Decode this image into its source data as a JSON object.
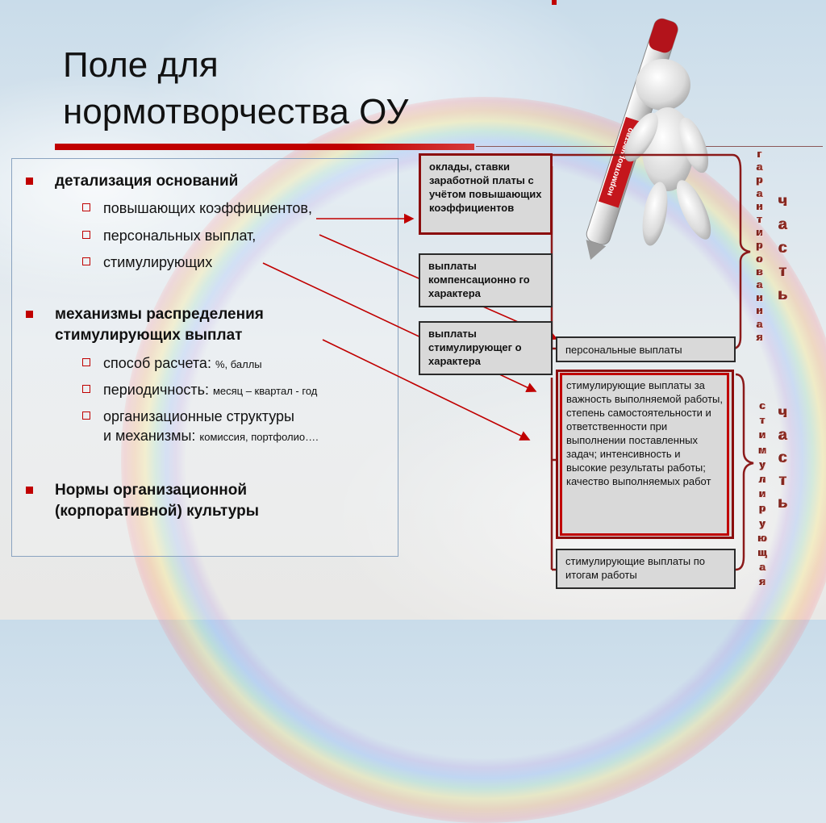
{
  "slide": {
    "title_line1": "Поле для",
    "title_line2": "нормотворчества ОУ"
  },
  "list": {
    "section1": {
      "label": "детализация оснований",
      "items": [
        "повышающих коэффициентов,",
        "персональных выплат,",
        "стимулирующих"
      ]
    },
    "section2": {
      "label_line1": "механизмы распределения",
      "label_line2": "стимулирующих выплат",
      "items": [
        {
          "label": "способ расчета: ",
          "detail": "%, баллы"
        },
        {
          "label": "периодичность: ",
          "detail": "месяц – квартал - год"
        },
        {
          "label_line1": "организационные структуры",
          "label_line2": "и механизмы: ",
          "detail": "комиссия, портфолио…."
        }
      ]
    },
    "section3": {
      "label_line1": "Нормы организационной",
      "label_line2": "(корпоративной) культуры"
    }
  },
  "boxes": {
    "salary": "оклады, ставки заработной платы с учётом повышающих коэффициентов",
    "compensation": "выплаты компенсационно го характера",
    "stimulating": "выплаты стимулирующег о характера",
    "personal": "персональные выплаты",
    "stimulating_importance": "стимулирующие выплаты за важность выполняемой работы, степень самостоятельности и ответственности при выполнении поставленных задач; интенсивность и высокие результаты работы; качество выполняемых работ",
    "stimulating_results": "стимулирующие выплаты по итогам работы"
  },
  "vertical_labels": {
    "guaranteed": "гарантированная",
    "part_top": "часть",
    "stimulating": "стимулирующая",
    "part_bottom": "часть"
  },
  "pen_label": "нормотворчество",
  "colors": {
    "accent": "#c00000",
    "box_fill": "#d9d9d9",
    "vertical_text": "#8b2a22"
  }
}
